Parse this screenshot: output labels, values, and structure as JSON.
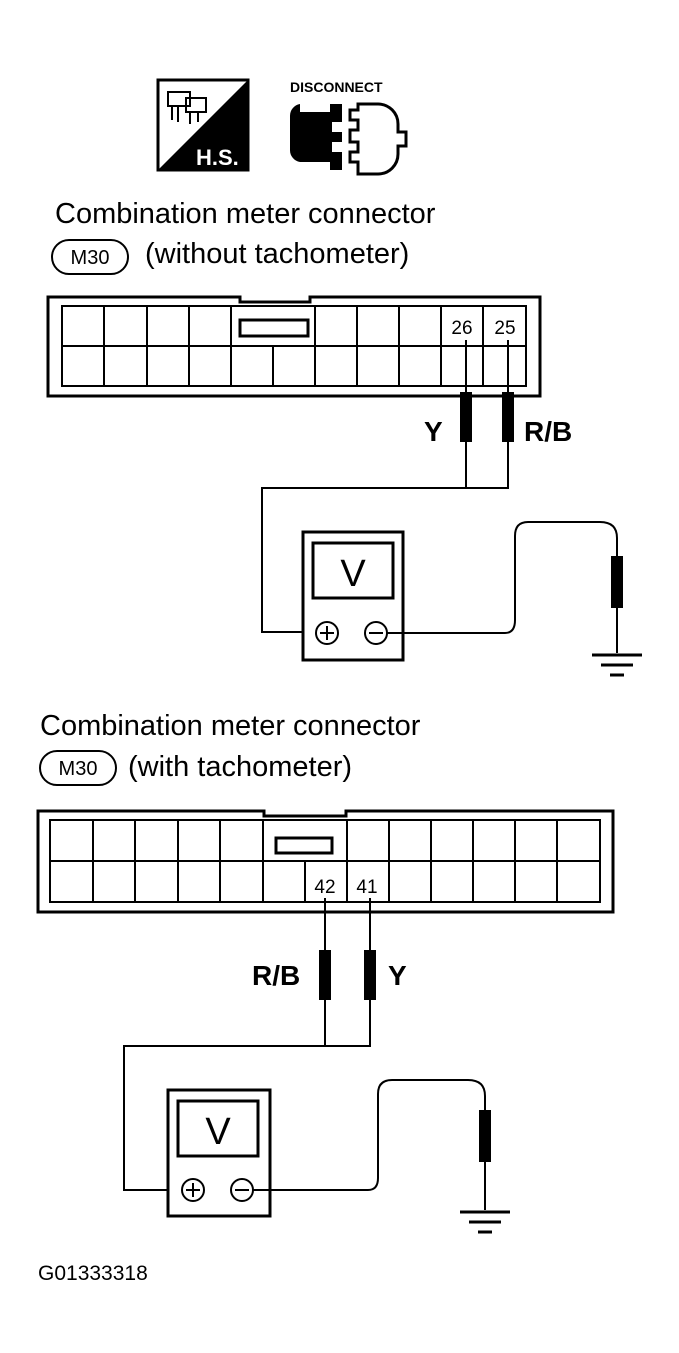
{
  "icons": {
    "hs_label": "H.S.",
    "disconnect_label": "DISCONNECT"
  },
  "diagram1": {
    "title": "Combination meter connector",
    "connector_id": "M30",
    "subtitle": "(without tachometer)",
    "pin_left": "26",
    "pin_right": "25",
    "wire_left": "Y",
    "wire_right": "R/B",
    "meter_label": "V"
  },
  "diagram2": {
    "title": "Combination meter connector",
    "connector_id": "M30",
    "subtitle": "(with tachometer)",
    "pin_left": "42",
    "pin_right": "41",
    "wire_left": "R/B",
    "wire_right": "Y",
    "meter_label": "V"
  },
  "figure_code": "G01333318"
}
